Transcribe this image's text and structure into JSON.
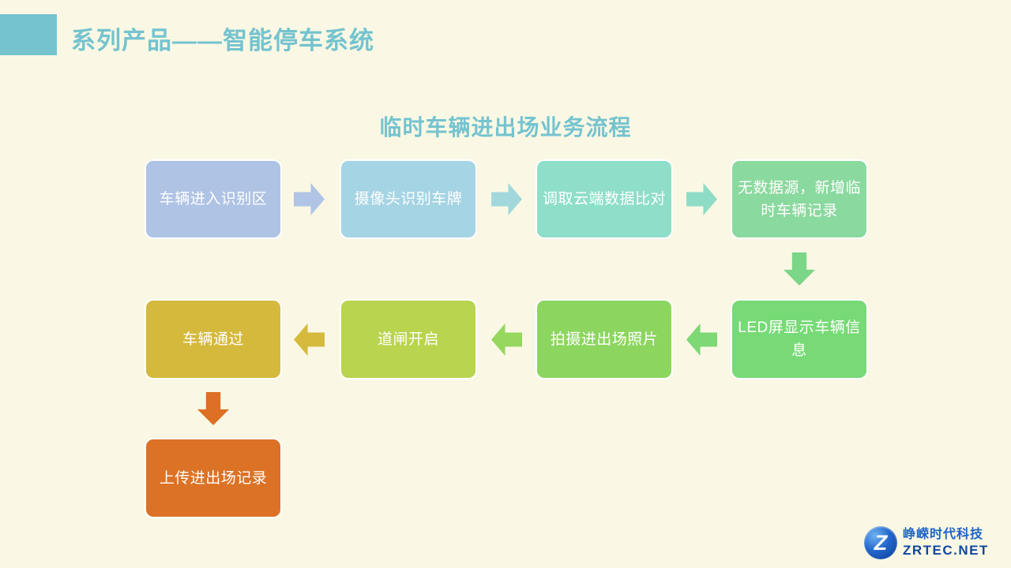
{
  "slide": {
    "title": "系列产品——智能停车系统",
    "background_color": "#FAF8E4",
    "accent_color": "#75C3CF"
  },
  "flowchart": {
    "title": "临时车辆进出场业务流程",
    "nodes": [
      {
        "label": "车辆进入识别区",
        "color": "#AFC3E5"
      },
      {
        "label": "摄像头识别车牌",
        "color": "#A5D4E4"
      },
      {
        "label": "调取云端数据比对",
        "color": "#8FDEC9"
      },
      {
        "label": "无数据源，新增临\n时车辆记录",
        "color": "#8AD99E"
      },
      {
        "label": "LED屏显示车辆信\n息",
        "color": "#77DA76"
      },
      {
        "label": "拍摄进出场照片",
        "color": "#8CD660"
      },
      {
        "label": "道闸开启",
        "color": "#B9D44E"
      },
      {
        "label": "车辆通过",
        "color": "#D5B93D"
      },
      {
        "label": "上传进出场记录",
        "color": "#DC7226"
      }
    ],
    "arrows": [
      {
        "direction": "right",
        "color": "#B0C4E6"
      },
      {
        "direction": "right",
        "color": "#A2D8DC"
      },
      {
        "direction": "right",
        "color": "#8EDCC6"
      },
      {
        "direction": "down",
        "color": "#7CD688"
      },
      {
        "direction": "left",
        "color": "#7DD875"
      },
      {
        "direction": "left",
        "color": "#96D75F"
      },
      {
        "direction": "left",
        "color": "#D5BA3E"
      },
      {
        "direction": "down",
        "color": "#DD7024"
      }
    ]
  },
  "footer_logo": {
    "mark": "Z",
    "company": "峥嵘时代科技",
    "website": "ZRTEC.NET"
  }
}
